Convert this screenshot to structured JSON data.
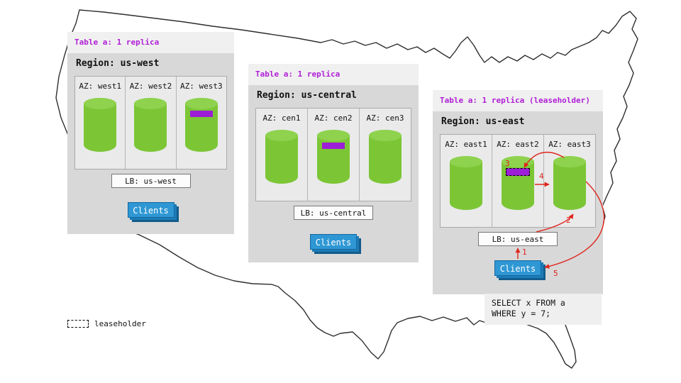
{
  "diagram": {
    "regions": [
      {
        "table_label": "Table a: 1 replica",
        "region_label": "Region: us-west",
        "azs": [
          {
            "label": "AZ: west1",
            "replica": false,
            "leaseholder": false
          },
          {
            "label": "AZ: west2",
            "replica": false,
            "leaseholder": false
          },
          {
            "label": "AZ: west3",
            "replica": true,
            "leaseholder": false
          }
        ],
        "lb_label": "LB: us-west",
        "clients_label": "Clients"
      },
      {
        "table_label": "Table a: 1 replica",
        "region_label": "Region: us-central",
        "azs": [
          {
            "label": "AZ: cen1",
            "replica": false,
            "leaseholder": false
          },
          {
            "label": "AZ: cen2",
            "replica": true,
            "leaseholder": false
          },
          {
            "label": "AZ: cen3",
            "replica": false,
            "leaseholder": false
          }
        ],
        "lb_label": "LB: us-central",
        "clients_label": "Clients"
      },
      {
        "table_label": "Table a: 1 replica (leaseholder)",
        "region_label": "Region: us-east",
        "azs": [
          {
            "label": "AZ: east1",
            "replica": false,
            "leaseholder": false
          },
          {
            "label": "AZ: east2",
            "replica": true,
            "leaseholder": true
          },
          {
            "label": "AZ: east3",
            "replica": false,
            "leaseholder": false
          }
        ],
        "lb_label": "LB: us-east",
        "clients_label": "Clients"
      }
    ],
    "flow_steps": [
      "1",
      "2",
      "3",
      "4",
      "5"
    ],
    "sql": {
      "line1": "SELECT x FROM a",
      "line2": "WHERE y = 7;"
    },
    "legend": {
      "leaseholder_label": "leaseholder"
    },
    "colors": {
      "replica_purple": "#9c1ed6",
      "table_label_purple": "#b01fd6",
      "cylinder_green": "#7cc636",
      "clients_blue": "#2e97d4",
      "flow_red": "#e0241c"
    }
  }
}
